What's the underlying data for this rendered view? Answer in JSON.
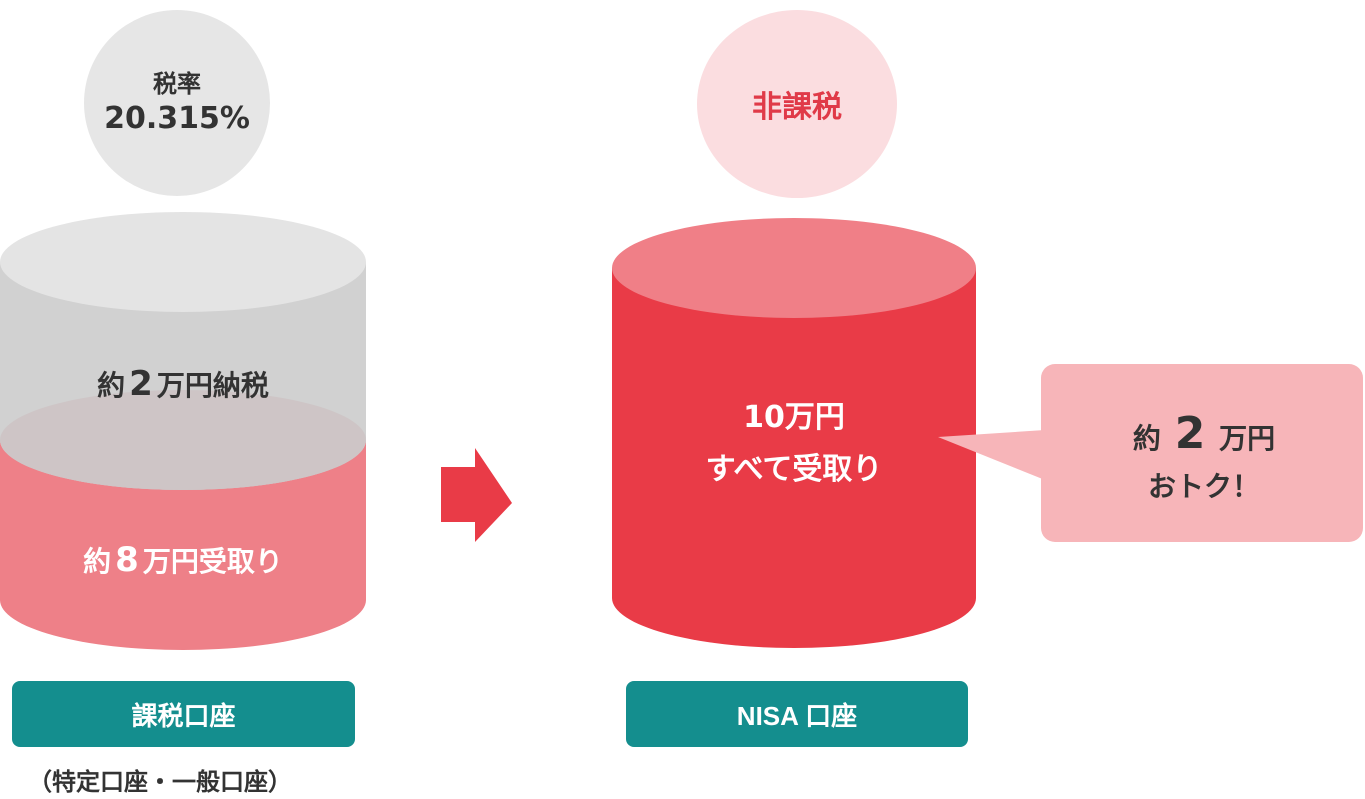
{
  "tax_rate": {
    "label": "税率",
    "value": "20.315%"
  },
  "non_taxable": {
    "label": "非課税"
  },
  "taxable_cylinder": {
    "tax_part": {
      "prefix": "約",
      "amount": "2",
      "suffix": "万円納税"
    },
    "received_part": {
      "prefix": "約",
      "amount": "8",
      "suffix": "万円受取り"
    }
  },
  "nisa_cylinder": {
    "line1": "10万円",
    "line2": "すべて受取り"
  },
  "savings_bubble": {
    "prefix": "約",
    "amount": "2",
    "suffix": "万円",
    "line2": "おトク！"
  },
  "accounts": {
    "taxable": {
      "label": "課税口座",
      "note": "（特定口座・一般口座）"
    },
    "nisa": {
      "label": "NISA 口座"
    }
  },
  "colors": {
    "tax_gray": "#d2d2d2",
    "received_pink": "#ee8088",
    "nisa_red": "#e93b47",
    "bubble_pink": "#f7b5b9",
    "account_teal": "#148e8e"
  }
}
